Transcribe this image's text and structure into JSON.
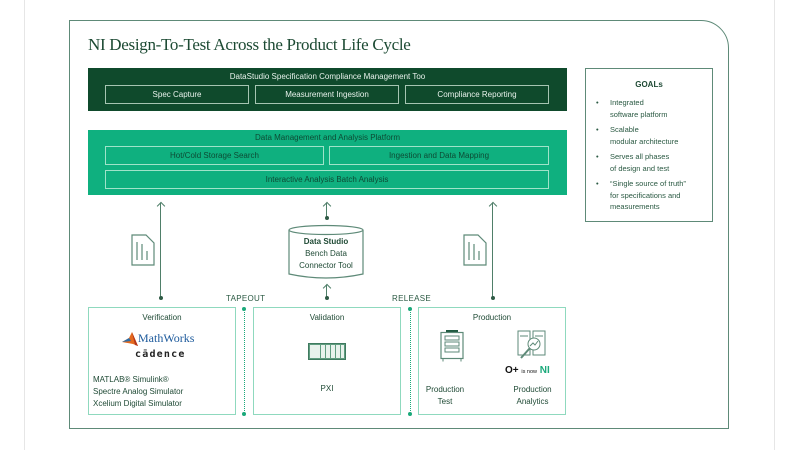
{
  "title": "NI Design-To-Test Across the Product Life Cycle",
  "compliance_layer": {
    "title": "DataStudio Specification Compliance Management Too",
    "modules": [
      "Spec Capture",
      "Measurement Ingestion",
      "Compliance Reporting"
    ],
    "color": "#0f4a2c"
  },
  "platform_layer": {
    "title": "Data Management and Analysis Platform",
    "modules": [
      "Hot/Cold Storage Search",
      "Ingestion and Data Mapping",
      "Interactive Analysis Batch Analysis"
    ],
    "color": "#0fb07f"
  },
  "goals": {
    "title": "GOALs",
    "items": [
      {
        "line1": "Integrated",
        "line2": "software platform",
        "line3": ""
      },
      {
        "line1": "Scalable",
        "line2": "modular architecture",
        "line3": ""
      },
      {
        "line1": "Serves all phases",
        "line2": "of design and test",
        "line3": ""
      },
      {
        "line1": "“Single source of truth”",
        "line2": "for specifications and",
        "line3": "measurements"
      }
    ],
    "bullet": "•"
  },
  "connector": {
    "line1": "Data Studio",
    "line2": "Bench Data",
    "line3": "Connector Tool"
  },
  "milestones": [
    "TAPEOUT",
    "RELEASE"
  ],
  "phases": {
    "verification": {
      "title": "Verification",
      "logos": [
        "MathWorks",
        "cādence"
      ],
      "tools": [
        "MATLAB® Simulink®",
        "Spectre Analog Simulator",
        "Xcelium Digital Simulator"
      ]
    },
    "validation": {
      "title": "Validation",
      "tool": "PXI"
    },
    "production": {
      "title": "Production",
      "test_label_1": "Production",
      "test_label_2": "Test",
      "analytics_label_1": "Production",
      "analytics_label_2": "Analytics",
      "badge_prefix": "O+",
      "badge_mid": "is now",
      "badge_brand": "NI"
    }
  },
  "colors": {
    "accent_dark": "#0f4a2c",
    "accent_bright": "#0fb07f",
    "border": "#5e8a78",
    "phase_border": "#8fd9be"
  }
}
